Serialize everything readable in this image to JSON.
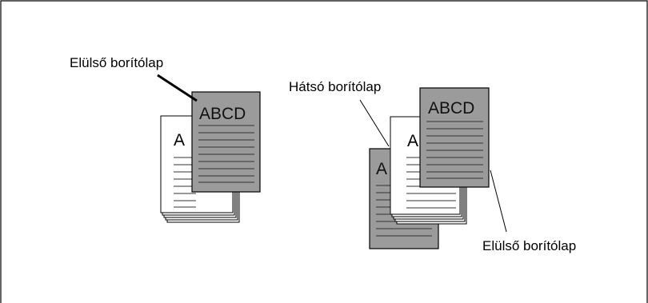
{
  "diagram": {
    "page_heading": "ABCD",
    "page_heading_partial": "A",
    "labels": {
      "left_front_cover": "Elülső borítólap",
      "right_back_cover": "Hátsó borítólap",
      "right_front_cover": "Elülső borítólap"
    },
    "colors": {
      "cover_fill": "#9b9b9b",
      "page_fill": "#ffffff",
      "stroke": "#000000",
      "line": "#333333"
    }
  }
}
